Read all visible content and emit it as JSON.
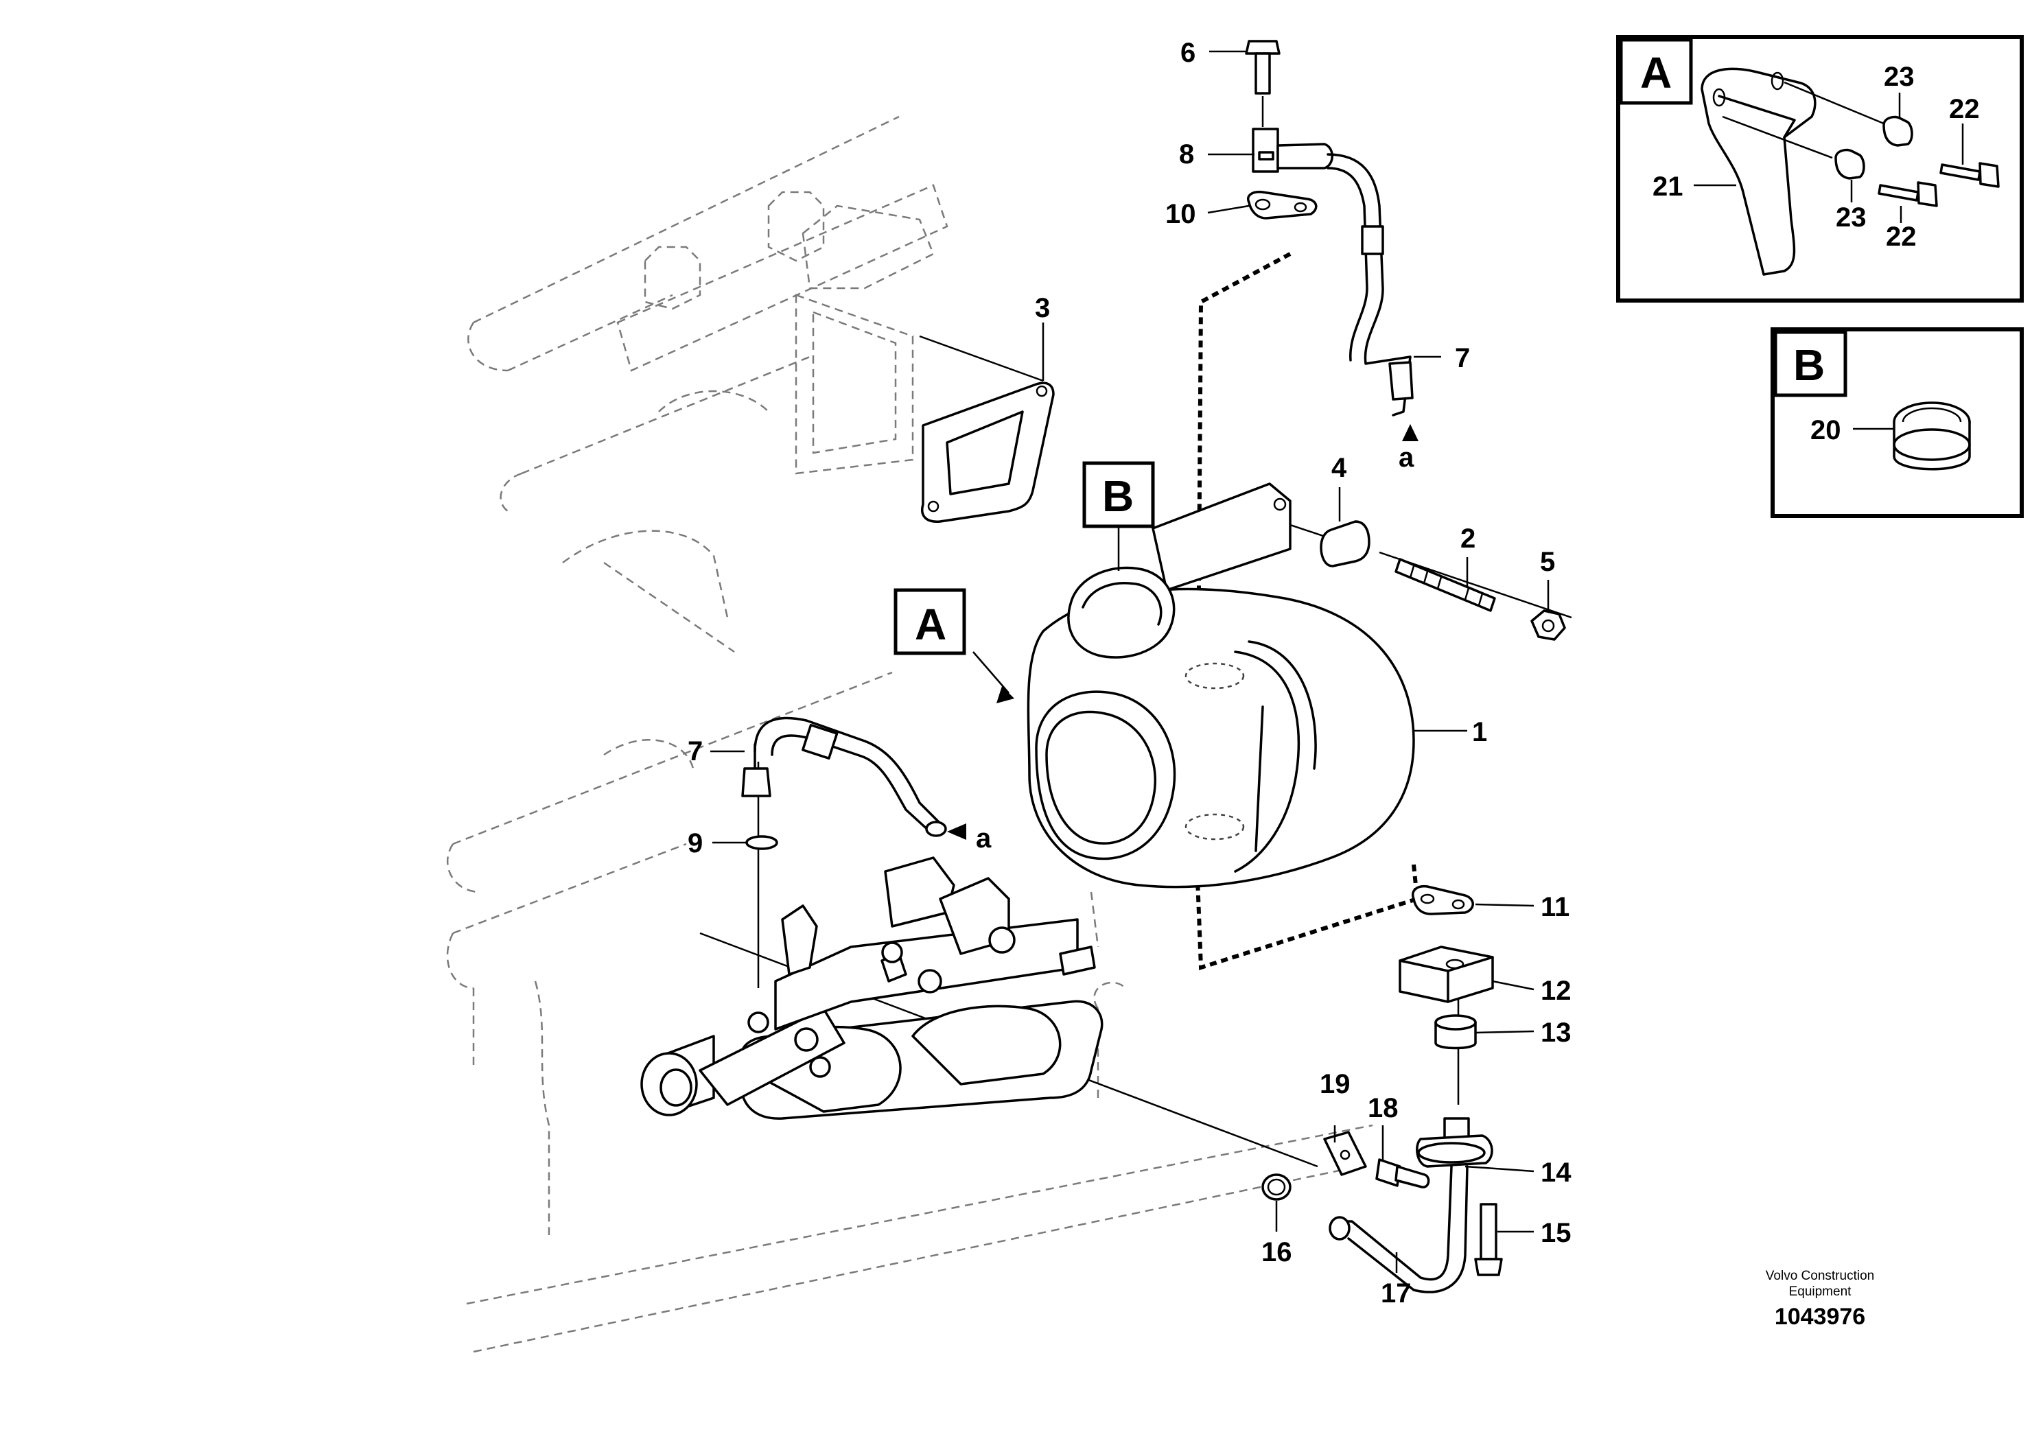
{
  "diagram": {
    "callouts": {
      "c1": "1",
      "c2": "2",
      "c3": "3",
      "c4": "4",
      "c5": "5",
      "c6": "6",
      "c7_top": "7",
      "c7_left": "7",
      "c8": "8",
      "c9": "9",
      "c10": "10",
      "c11": "11",
      "c12": "12",
      "c13": "13",
      "c14": "14",
      "c15": "15",
      "c16": "16",
      "c17": "17",
      "c18": "18",
      "c19": "19"
    },
    "flow_marks": {
      "top": "a",
      "left": "a"
    },
    "view_markers": {
      "a": "A",
      "b": "B"
    }
  },
  "detail_a": {
    "letter": "A",
    "callouts": {
      "c21": "21",
      "c22_top": "22",
      "c22_bottom": "22",
      "c23_top": "23",
      "c23_bottom": "23"
    }
  },
  "detail_b": {
    "letter": "B",
    "callouts": {
      "c20": "20"
    }
  },
  "footer": {
    "company_line1": "Volvo Construction",
    "company_line2": "Equipment",
    "drawing_number": "1043976"
  }
}
